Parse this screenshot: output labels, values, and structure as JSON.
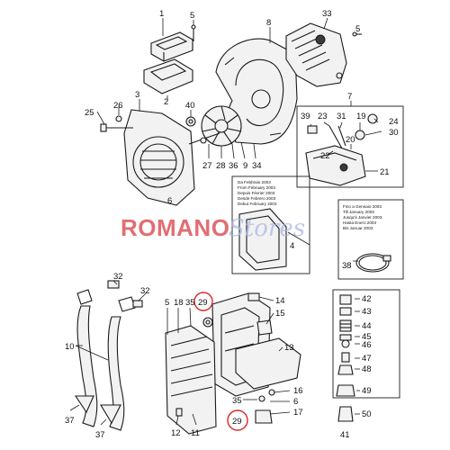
{
  "callouts": [
    {
      "id": "1",
      "label": "1"
    },
    {
      "id": "5a",
      "label": "5"
    },
    {
      "id": "8",
      "label": "8"
    },
    {
      "id": "33",
      "label": "33"
    },
    {
      "id": "5b",
      "label": "5"
    },
    {
      "id": "2",
      "label": "2"
    },
    {
      "id": "3",
      "label": "3"
    },
    {
      "id": "25",
      "label": "25"
    },
    {
      "id": "26",
      "label": "26"
    },
    {
      "id": "40",
      "label": "40"
    },
    {
      "id": "7",
      "label": "7"
    },
    {
      "id": "39",
      "label": "39"
    },
    {
      "id": "23",
      "label": "23"
    },
    {
      "id": "31",
      "label": "31"
    },
    {
      "id": "19",
      "label": "19"
    },
    {
      "id": "24",
      "label": "24"
    },
    {
      "id": "30",
      "label": "30"
    },
    {
      "id": "22",
      "label": "22"
    },
    {
      "id": "20",
      "label": "20"
    },
    {
      "id": "21",
      "label": "21"
    },
    {
      "id": "27",
      "label": "27"
    },
    {
      "id": "28",
      "label": "28"
    },
    {
      "id": "36",
      "label": "36"
    },
    {
      "id": "9",
      "label": "9"
    },
    {
      "id": "34",
      "label": "34"
    },
    {
      "id": "6",
      "label": "6"
    },
    {
      "id": "4",
      "label": "4"
    },
    {
      "id": "38",
      "label": "38"
    },
    {
      "id": "32a",
      "label": "32"
    },
    {
      "id": "32b",
      "label": "32"
    },
    {
      "id": "10",
      "label": "10"
    },
    {
      "id": "37a",
      "label": "37"
    },
    {
      "id": "37b",
      "label": "37"
    },
    {
      "id": "5c",
      "label": "5"
    },
    {
      "id": "18",
      "label": "18"
    },
    {
      "id": "35a",
      "label": "35"
    },
    {
      "id": "29a",
      "label": "29"
    },
    {
      "id": "14",
      "label": "14"
    },
    {
      "id": "15",
      "label": "15"
    },
    {
      "id": "13",
      "label": "13"
    },
    {
      "id": "12",
      "label": "12"
    },
    {
      "id": "11",
      "label": "11"
    },
    {
      "id": "35b",
      "label": "35"
    },
    {
      "id": "16",
      "label": "16"
    },
    {
      "id": "6b",
      "label": "6"
    },
    {
      "id": "17",
      "label": "17"
    },
    {
      "id": "29b",
      "label": "29"
    },
    {
      "id": "42",
      "label": "42"
    },
    {
      "id": "43",
      "label": "43"
    },
    {
      "id": "44",
      "label": "44"
    },
    {
      "id": "45",
      "label": "45"
    },
    {
      "id": "46",
      "label": "46"
    },
    {
      "id": "47",
      "label": "47"
    },
    {
      "id": "48",
      "label": "48"
    },
    {
      "id": "49",
      "label": "49"
    },
    {
      "id": "50",
      "label": "50"
    },
    {
      "id": "41",
      "label": "41"
    }
  ],
  "date_note_1": [
    "Da Febbraio 2003",
    "From February 2003",
    "Depuis Février 2003",
    "Desde Febrero 2003",
    "Debut February 2003"
  ],
  "date_note_2": [
    "Fino a Gennaio 2003",
    "Till January 2003",
    "Jusqu'à Janvier 2003",
    "Hasta Enero 2003",
    "Bis Januar 2003"
  ],
  "watermark": {
    "part1": "ROMANO",
    "part2": "Stores",
    "color_primary": "#d8454b",
    "color_secondary": "#a9b7e6"
  },
  "highlight_color": "#d42a2a"
}
